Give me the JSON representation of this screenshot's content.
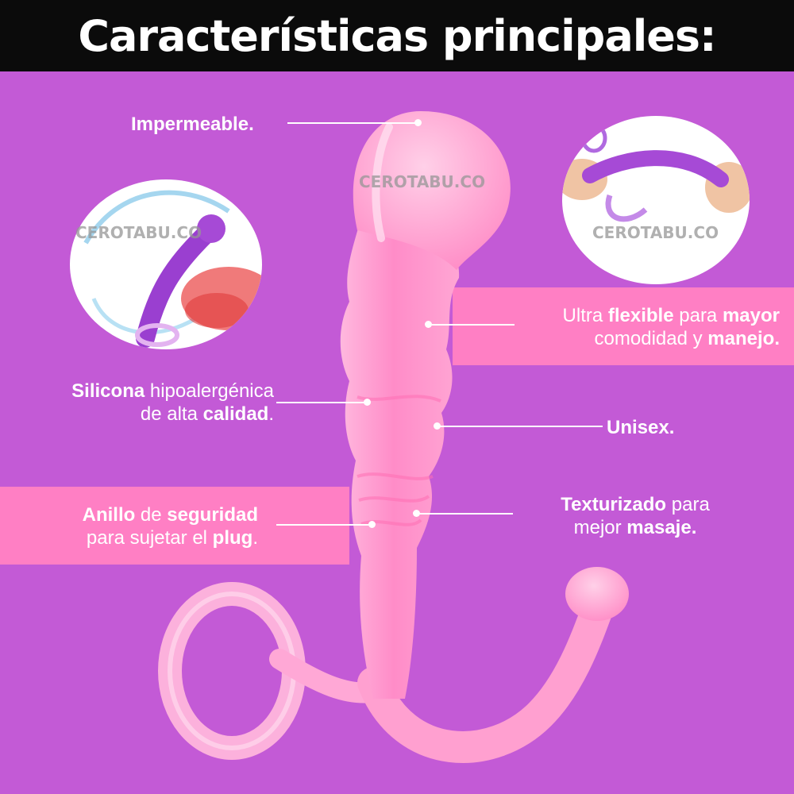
{
  "header": {
    "title": "Características principales:"
  },
  "watermark": "CEROTABU.CO",
  "callouts": {
    "impermeable": {
      "b1": "Impermeable."
    },
    "flexible": {
      "b1": "Ultra ",
      "s1": "flexible",
      "b2": " para ",
      "s2": "mayor",
      "b3": "comodidad y ",
      "s3": "manejo."
    },
    "silicona": {
      "s1": "Silicona",
      "b1": " hipoalergénica",
      "b2": "de alta ",
      "s2": "calidad",
      "b3": "."
    },
    "unisex": {
      "s1": "Unisex."
    },
    "anillo": {
      "s1": "Anillo",
      "b1": " de ",
      "s2": "seguridad",
      "b2": "para sujetar el ",
      "s3": "plug",
      "b3": "."
    },
    "texturizado": {
      "s1": "Texturizado",
      "b1": " para",
      "b2": "mejor ",
      "s2": "masaje."
    }
  },
  "colors": {
    "background": "#c35ad6",
    "header_bg": "#0b0b0b",
    "band": "#ff7fc4",
    "product": "#ff9fcf",
    "product_dark": "#f070b8",
    "accent_purple": "#9a3fd0"
  }
}
